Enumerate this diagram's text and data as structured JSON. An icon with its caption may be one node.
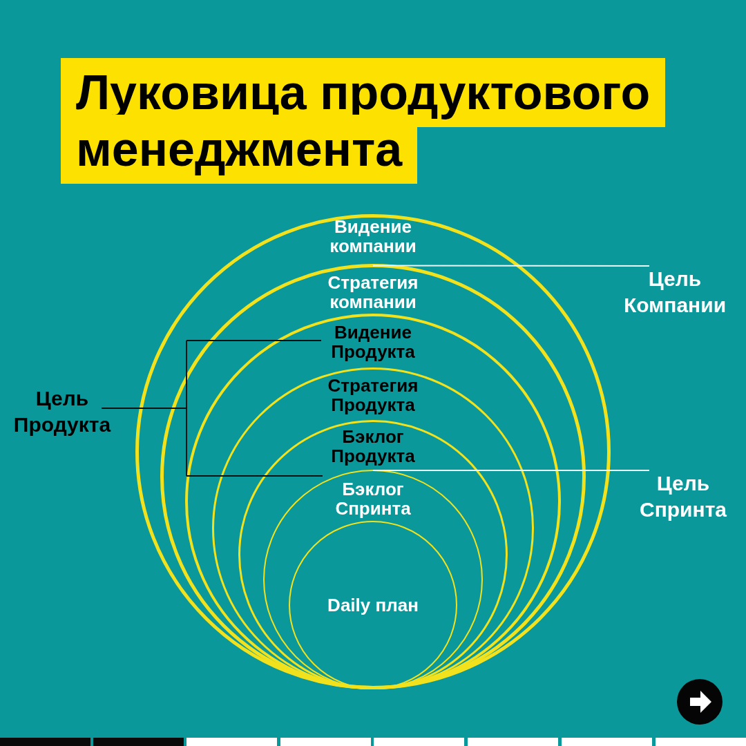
{
  "diagram": {
    "title": "Луковица продуктового менеджмента",
    "nodes": [
      {
        "text": [
          "Видение компании"
        ]
      },
      {
        "text": [
          "Стратегия компании"
        ],
        "in": 0
      },
      {
        "text": [
          "Видение Продукта"
        ],
        "in": 1
      },
      {
        "text": [
          "Стратегия Продукта"
        ],
        "in": 2
      },
      {
        "text": [
          "Бэклог Продукта"
        ],
        "in": 3
      },
      {
        "text": [
          "Бэклог Спринта"
        ],
        "in": 4
      },
      {
        "text": [
          "Daily план"
        ],
        "in": 5
      },
      {
        "text": [
          "Цель Компании"
        ]
      },
      {
        "text": [
          "Цель Спринта"
        ]
      }
    ],
    "edges": [
      {
        "from": 7,
        "to": 1,
        "arrow": "none"
      },
      {
        "from": 8,
        "to": 5,
        "arrow": "none"
      }
    ],
    "labels": [
      "Цель Продукта"
    ]
  }
}
